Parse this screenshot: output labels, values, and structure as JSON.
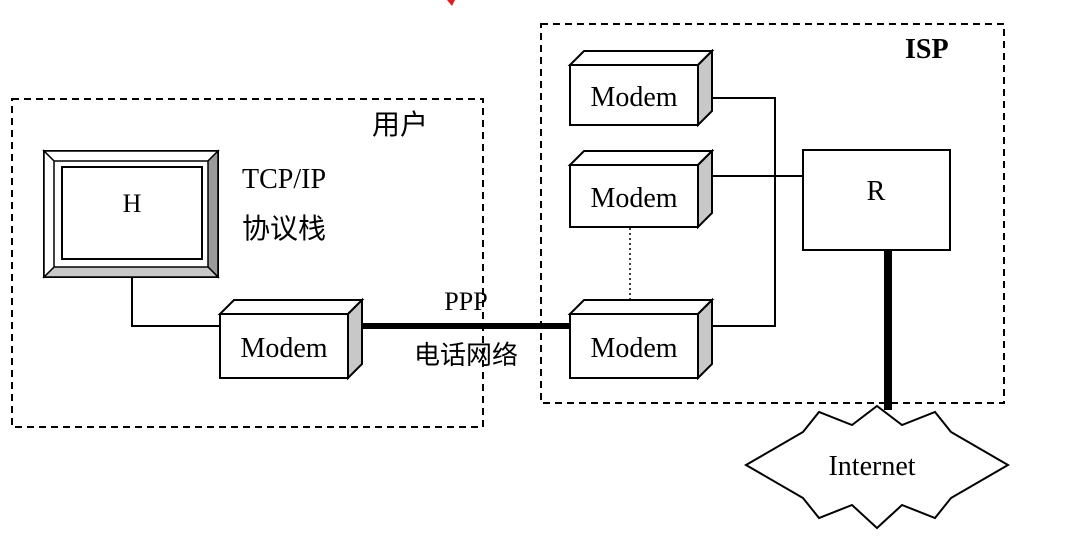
{
  "user_zone": {
    "label": "用户"
  },
  "isp_zone": {
    "label": "ISP"
  },
  "host": {
    "label": "H",
    "stack_line1": "TCP/IP",
    "stack_line2": "协议栈"
  },
  "user_modem": {
    "label": "Modem"
  },
  "link": {
    "protocol": "PPP",
    "network": "电话网络"
  },
  "isp_modems": [
    {
      "label": "Modem"
    },
    {
      "label": "Modem"
    },
    {
      "label": "Modem"
    }
  ],
  "router": {
    "label": "R"
  },
  "internet": {
    "label": "Internet"
  }
}
